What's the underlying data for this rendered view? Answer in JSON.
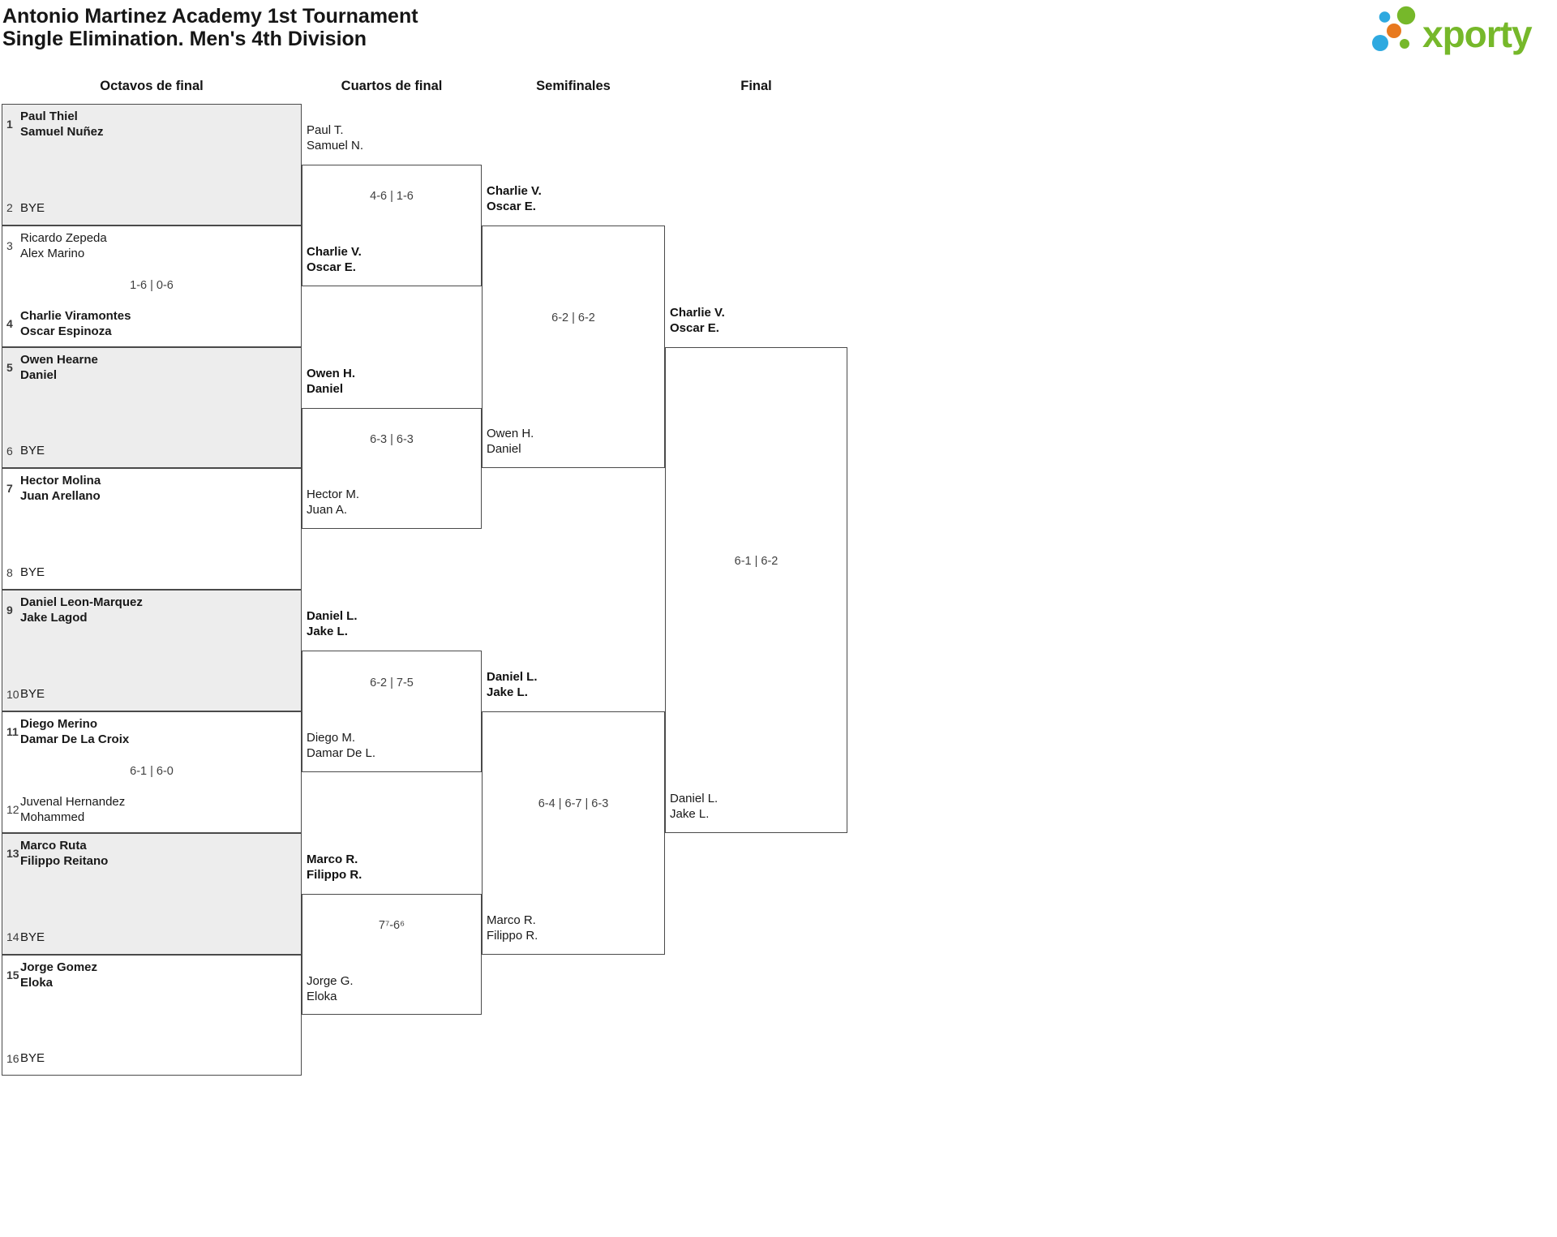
{
  "title": {
    "line1": "Antonio Martinez Academy 1st Tournament",
    "line2": "Single Elimination. Men's 4th Division"
  },
  "logo": {
    "brand": "xporty",
    "green": "#76b82a",
    "blue": "#2ea9e0",
    "orange": "#e8791e"
  },
  "rounds": [
    "Octavos de final",
    "Cuartos de final",
    "Semifinales",
    "Final"
  ],
  "octavos": [
    {
      "n1": "1",
      "t1": [
        "Paul Thiel",
        "Samuel Nuñez"
      ],
      "n2": "2",
      "t2": [
        "BYE"
      ],
      "score": "",
      "winner": "t1"
    },
    {
      "n1": "3",
      "t1": [
        "Ricardo Zepeda",
        "Alex Marino"
      ],
      "n2": "4",
      "t2": [
        "Charlie Viramontes",
        "Oscar Espinoza"
      ],
      "score": "1-6 | 0-6",
      "winner": "t2"
    },
    {
      "n1": "5",
      "t1": [
        "Owen Hearne",
        "Daniel"
      ],
      "n2": "6",
      "t2": [
        "BYE"
      ],
      "score": "",
      "winner": "t1"
    },
    {
      "n1": "7",
      "t1": [
        "Hector Molina",
        "Juan Arellano"
      ],
      "n2": "8",
      "t2": [
        "BYE"
      ],
      "score": "",
      "winner": "t1"
    },
    {
      "n1": "9",
      "t1": [
        "Daniel Leon-Marquez",
        "Jake Lagod"
      ],
      "n2": "10",
      "t2": [
        "BYE"
      ],
      "score": "",
      "winner": "t1"
    },
    {
      "n1": "11",
      "t1": [
        "Diego Merino",
        "Damar De La Croix"
      ],
      "n2": "12",
      "t2": [
        "Juvenal Hernandez",
        "Mohammed"
      ],
      "score": "6-1 | 6-0",
      "winner": "t1"
    },
    {
      "n1": "13",
      "t1": [
        "Marco Ruta",
        "Filippo Reitano"
      ],
      "n2": "14",
      "t2": [
        "BYE"
      ],
      "score": "",
      "winner": "t1"
    },
    {
      "n1": "15",
      "t1": [
        "Jorge Gomez",
        "Eloka"
      ],
      "n2": "16",
      "t2": [
        "BYE"
      ],
      "score": "",
      "winner": "t1"
    }
  ],
  "cuartos": [
    {
      "t1": [
        "Paul T.",
        "Samuel N."
      ],
      "t2": [
        "Charlie V.",
        "Oscar E."
      ],
      "score": "4-6 | 1-6",
      "winner": "t2"
    },
    {
      "t1": [
        "Owen H.",
        "Daniel"
      ],
      "t2": [
        "Hector M.",
        "Juan A."
      ],
      "score": "6-3 | 6-3",
      "winner": "t1"
    },
    {
      "t1": [
        "Daniel L.",
        "Jake L."
      ],
      "t2": [
        "Diego M.",
        "Damar De L."
      ],
      "score": "6-2 | 7-5",
      "winner": "t1"
    },
    {
      "t1": [
        "Marco R.",
        "Filippo R."
      ],
      "t2": [
        "Jorge G.",
        "Eloka"
      ],
      "score": "7⁷-6⁶",
      "winner": "t1"
    }
  ],
  "semis": [
    {
      "t1": [
        "Charlie V.",
        "Oscar E."
      ],
      "t2": [
        "Owen H.",
        "Daniel"
      ],
      "score": "6-2 | 6-2",
      "winner": "t1"
    },
    {
      "t1": [
        "Daniel L.",
        "Jake L."
      ],
      "t2": [
        "Marco R.",
        "Filippo R."
      ],
      "score": "6-4 | 6-7 | 6-3",
      "winner": "t1"
    }
  ],
  "final": {
    "t1": [
      "Charlie V.",
      "Oscar E."
    ],
    "t2": [
      "Daniel L.",
      "Jake L."
    ],
    "score": "6-1 | 6-2",
    "winner": "t1"
  }
}
